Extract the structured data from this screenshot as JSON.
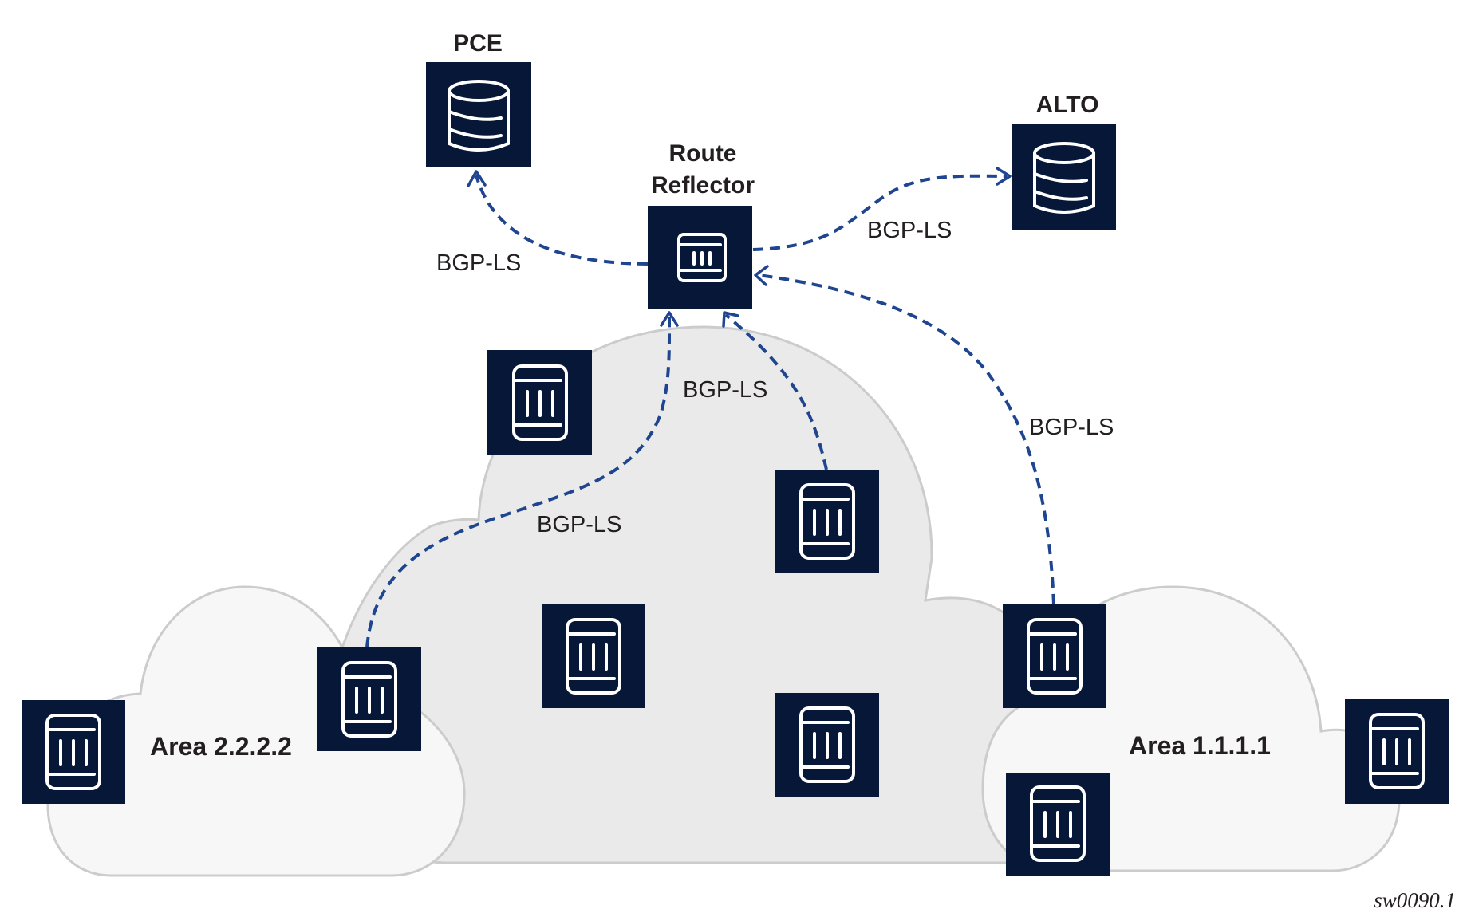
{
  "diagram": {
    "footer": "sw0090.1",
    "colors": {
      "node_fill": "#061737",
      "link_stroke": "#1f4590",
      "core_cloud_fill": "#eaeaea",
      "area_cloud_fill": "#f7f7f7",
      "cloud_stroke": "#cccccc",
      "text": "#231f20"
    },
    "areas": [
      {
        "id": "area-2",
        "label": "Area 2.2.2.2"
      },
      {
        "id": "area-1",
        "label": "Area 1.1.1.1"
      }
    ],
    "nodes": [
      {
        "id": "pce",
        "label": "PCE",
        "icon": "database-icon",
        "type": "server"
      },
      {
        "id": "alto",
        "label": "ALTO",
        "icon": "database-icon",
        "type": "server"
      },
      {
        "id": "route-reflector",
        "label_lines": [
          "Route",
          "Reflector"
        ],
        "icon": "router-horizontal-icon",
        "type": "router"
      },
      {
        "id": "core-router-1",
        "icon": "router-icon",
        "type": "router",
        "area": "core"
      },
      {
        "id": "core-router-2",
        "icon": "router-icon",
        "type": "router",
        "area": "core"
      },
      {
        "id": "core-router-3",
        "icon": "router-icon",
        "type": "router",
        "area": "core"
      },
      {
        "id": "core-router-4",
        "icon": "router-icon",
        "type": "router",
        "area": "core"
      },
      {
        "id": "area2-router-1",
        "icon": "router-icon",
        "type": "router",
        "area": "Area 2.2.2.2"
      },
      {
        "id": "area2-abr",
        "icon": "router-icon",
        "type": "router",
        "area": "Area 2.2.2.2"
      },
      {
        "id": "area1-abr",
        "icon": "router-icon",
        "type": "router",
        "area": "Area 1.1.1.1"
      },
      {
        "id": "area1-router-1",
        "icon": "router-icon",
        "type": "router",
        "area": "Area 1.1.1.1"
      },
      {
        "id": "area1-router-2",
        "icon": "router-icon",
        "type": "router",
        "area": "Area 1.1.1.1"
      }
    ],
    "links": [
      {
        "from": "route-reflector",
        "to": "pce",
        "label": "BGP-LS",
        "style": "dashed-arrow"
      },
      {
        "from": "route-reflector",
        "to": "alto",
        "label": "BGP-LS",
        "style": "dashed-arrow"
      },
      {
        "from": "core-router-2",
        "to": "route-reflector",
        "label": "BGP-LS",
        "style": "dashed-arrow"
      },
      {
        "from": "area1-abr",
        "to": "route-reflector",
        "label": "BGP-LS",
        "style": "dashed-arrow"
      },
      {
        "from": "area2-abr",
        "to": "route-reflector",
        "label": "BGP-LS",
        "style": "dashed-arrow"
      }
    ]
  }
}
